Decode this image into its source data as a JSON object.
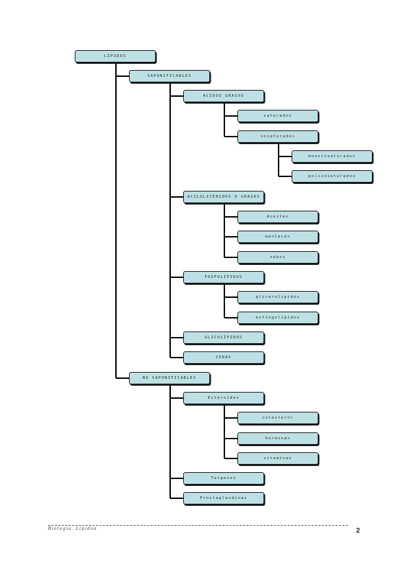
{
  "nodes": [
    {
      "id": "lipidos",
      "label": "LÍPIDOS",
      "parent": null
    },
    {
      "id": "saponificables",
      "label": "SAPONIFICABLES",
      "parent": "lipidos"
    },
    {
      "id": "acidos-grasos",
      "label": "ÁCIDOS GRASOS",
      "parent": "saponificables"
    },
    {
      "id": "saturados",
      "label": "saturados",
      "parent": "acidos-grasos"
    },
    {
      "id": "insaturados",
      "label": "insaturados",
      "parent": "acidos-grasos"
    },
    {
      "id": "monoinsaturados",
      "label": "monoinsaturados",
      "parent": "insaturados"
    },
    {
      "id": "poliinsaturados",
      "label": "poliinsaturados",
      "parent": "insaturados"
    },
    {
      "id": "acilgliceridos",
      "label": "ACILGLICÉRIDOS O GRASAS",
      "parent": "saponificables"
    },
    {
      "id": "aceites",
      "label": "Aceites",
      "parent": "acilgliceridos"
    },
    {
      "id": "mantecas",
      "label": "mantecas",
      "parent": "acilgliceridos"
    },
    {
      "id": "sebos",
      "label": "sebos",
      "parent": "acilgliceridos"
    },
    {
      "id": "fosfolipidos",
      "label": "FOSFOLÍPIDOS",
      "parent": "saponificables"
    },
    {
      "id": "glicerolipidos",
      "label": "glicerolípidos",
      "parent": "fosfolipidos"
    },
    {
      "id": "esfingolipidos",
      "label": "esfingolípidos",
      "parent": "fosfolipidos"
    },
    {
      "id": "glicolipidos",
      "label": "GLICOLÍPIDOS",
      "parent": "saponificables"
    },
    {
      "id": "ceras",
      "label": "CERAS",
      "parent": "saponificables"
    },
    {
      "id": "no-saponificables",
      "label": "NO SAPONIFICABLES",
      "parent": "lipidos"
    },
    {
      "id": "esteroides",
      "label": "Esteroides",
      "parent": "no-saponificables"
    },
    {
      "id": "colesterol",
      "label": "colesterol",
      "parent": "esteroides"
    },
    {
      "id": "hormonas",
      "label": "hormonas",
      "parent": "esteroides"
    },
    {
      "id": "vitaminas",
      "label": "vitaminas",
      "parent": "esteroides"
    },
    {
      "id": "terpenos",
      "label": "Terpenos",
      "parent": "no-saponificables"
    },
    {
      "id": "prostaglandinas",
      "label": "Prostaglandinas",
      "parent": "no-saponificables"
    }
  ],
  "footer": {
    "text": "Biología. Lípidos",
    "page_number": "2"
  },
  "colors": {
    "node_fill": "#bde0e4",
    "node_border": "#1a1a1a",
    "connector": "#000000"
  }
}
